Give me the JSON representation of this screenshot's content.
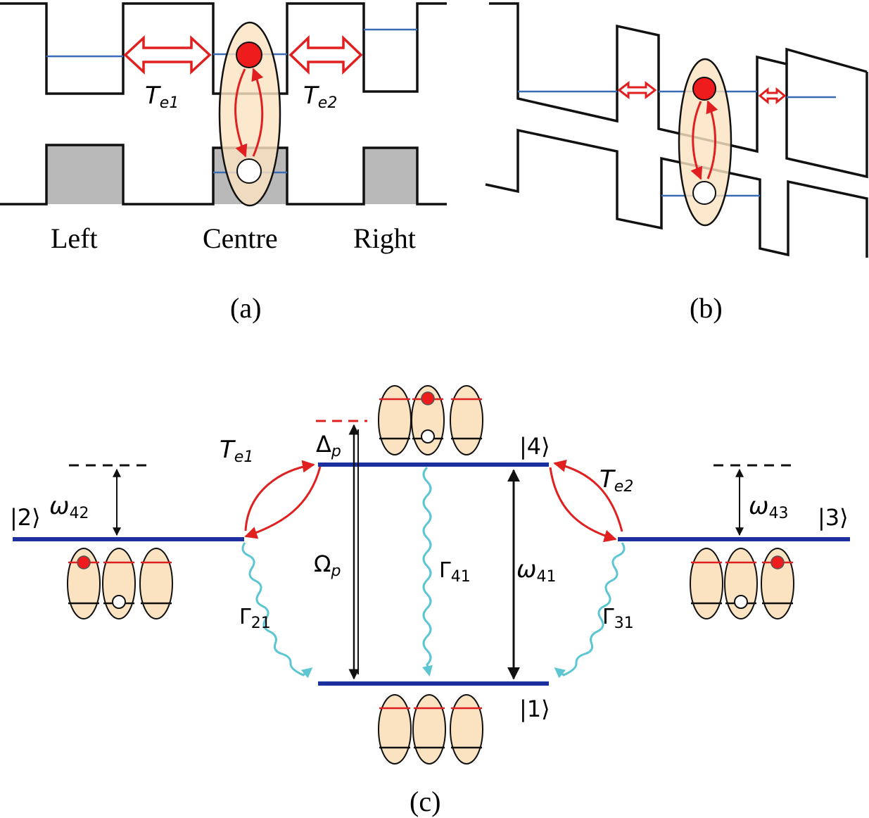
{
  "colors": {
    "band_edge": "#111111",
    "level_blue": "#3a6bb5",
    "state_blue": "#1c2f9e",
    "coupling_red": "#e02020",
    "decay_cyan": "#5cc6d2",
    "exciton_fill": "#fbe3c2",
    "well_fill": "#b9b9b9",
    "electron": "#ee1c1c"
  },
  "panel_a": {
    "label": "(a)",
    "regions": [
      "Left",
      "Centre",
      "Right"
    ],
    "tunnel_1": {
      "sym": "T",
      "sub": "e1"
    },
    "tunnel_2": {
      "sym": "T",
      "sub": "e2"
    }
  },
  "panel_b": {
    "label": "(b)"
  },
  "panel_c": {
    "label": "(c)",
    "states": {
      "s1": "|1⟩",
      "s2": "|2⟩",
      "s3": "|3⟩",
      "s4": "|4⟩"
    },
    "couplings": {
      "te1": {
        "sym": "T",
        "sub": "e1"
      },
      "te2": {
        "sym": "T",
        "sub": "e2"
      }
    },
    "detuning": {
      "sym": "Δ",
      "sub": "p"
    },
    "probe": {
      "sym": "Ω",
      "sub": "p"
    },
    "decays": {
      "g21": {
        "sym": "Γ",
        "sub": "21"
      },
      "g31": {
        "sym": "Γ",
        "sub": "31"
      },
      "g41": {
        "sym": "Γ",
        "sub": "41"
      }
    },
    "splittings": {
      "w42": {
        "sym": "ω",
        "sub": "42"
      },
      "w43": {
        "sym": "ω",
        "sub": "43"
      },
      "w41": {
        "sym": "ω",
        "sub": "41"
      }
    }
  }
}
